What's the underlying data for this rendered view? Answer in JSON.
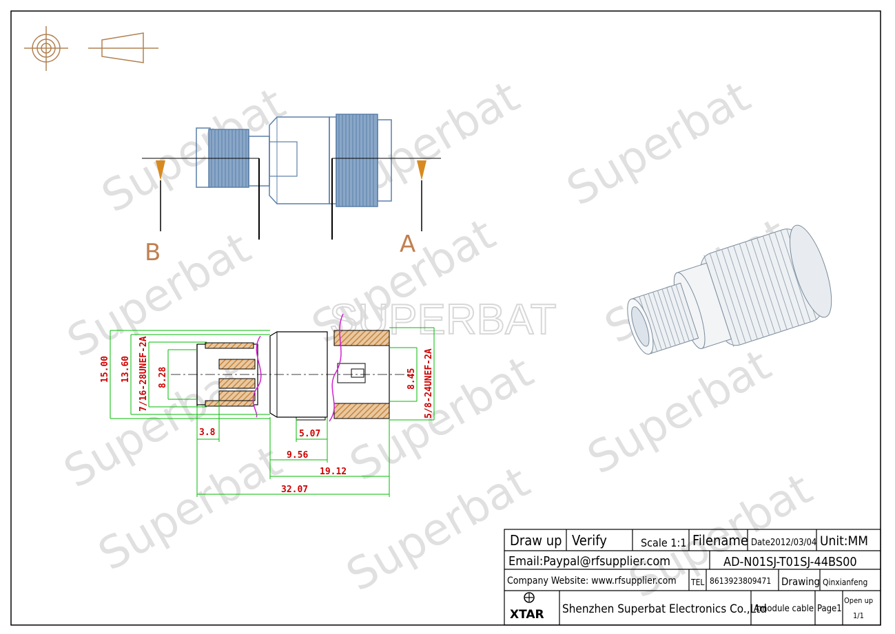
{
  "watermark_text": "Superbat",
  "brand_watermark": "SUPERBAT",
  "views": {
    "label_b": "B",
    "label_a": "A"
  },
  "dimensions": {
    "d_15_00": "15.00",
    "d_13_60": "13.60",
    "d_thread_left": "7/16-28UNEF-2A",
    "d_8_28": "8.28",
    "d_8_45": "8.45",
    "d_thread_right": "5/8-24UNEF-2A",
    "d_3_8": "3.8",
    "d_5_07": "5.07",
    "d_9_56": "9.56",
    "d_19_12": "19.12",
    "d_32_07": "32.07"
  },
  "title_block": {
    "draw_up": "Draw up",
    "verify": "Verify",
    "scale": "Scale 1:1",
    "filename": "Filename",
    "date": "Date2012/03/04",
    "unit": "Unit:MM",
    "email": "Email:Paypal@rfsupplier.com",
    "part_number": "AD-N01SJ-T01SJ-44BS00",
    "website": "Company Website:  www.rfsupplier.com",
    "tel_label": "TEL",
    "tel": "8613923809471",
    "drawing": "Drawing",
    "drawer": "Qinxianfeng",
    "logo_text": "XTAR",
    "company": "Shenzhen Superbat Electronics Co.,Ltd",
    "module": "Amodule cable",
    "page": "Page1",
    "open_up": "Open up",
    "open_up_value": "1/1"
  },
  "colors": {
    "outline": "#5a7fa8",
    "thread_fill": "#8aa7c8",
    "dim_red": "#cc0000",
    "ext_green": "#00bb00",
    "hatch": "#c8843c",
    "arrow": "#d88a20",
    "magenta": "#d020d0",
    "symbol": "#b08050"
  }
}
